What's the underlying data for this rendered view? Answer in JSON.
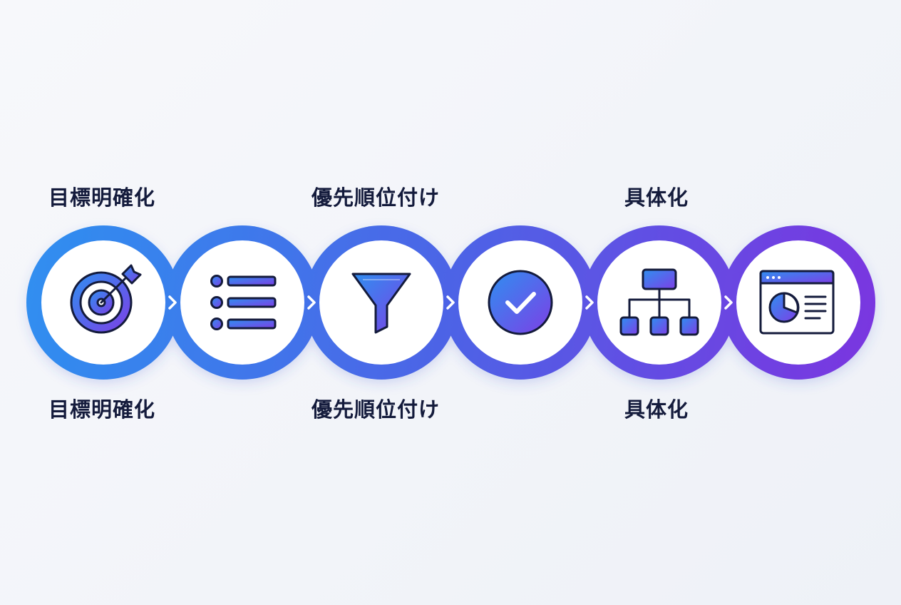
{
  "labels_top": [
    "目標明確化",
    "優先順位付け",
    "具体化"
  ],
  "labels_bottom": [
    "目標明確化",
    "優先順位付け",
    "具体化"
  ],
  "steps": [
    {
      "icon": "target-icon"
    },
    {
      "icon": "list-icon"
    },
    {
      "icon": "funnel-icon"
    },
    {
      "icon": "check-circle-icon"
    },
    {
      "icon": "hierarchy-icon"
    },
    {
      "icon": "dashboard-window-icon"
    }
  ],
  "colors": {
    "ring_start": "#2f8ff0",
    "ring_end": "#7b35e0",
    "icon_fill_start": "#2f8ff0",
    "icon_fill_end": "#7d3fe6",
    "stroke": "#141b3c",
    "text": "#141b3c",
    "chevron": "#ffffff"
  }
}
